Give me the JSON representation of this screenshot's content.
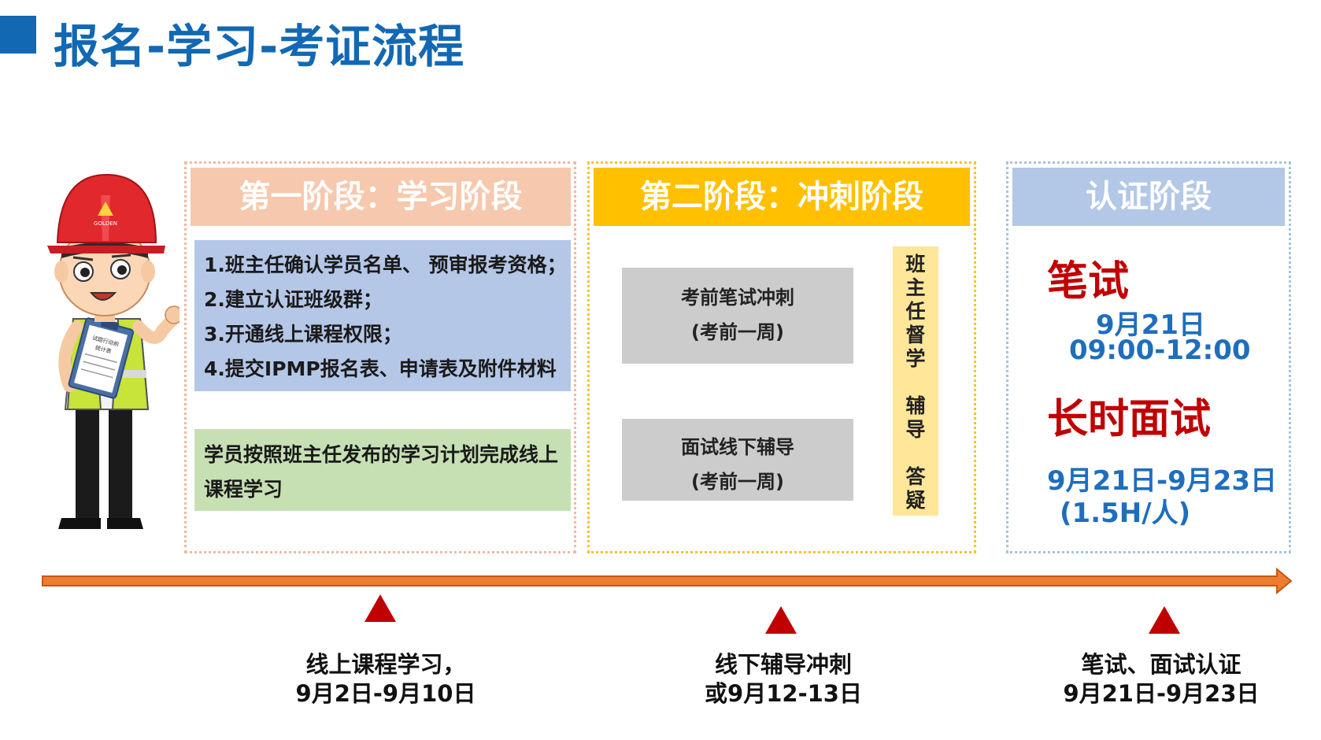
{
  "header": {
    "title": "报名-学习-考证流程"
  },
  "stage1": {
    "title": "第一阶段：学习阶段",
    "items": [
      "1.班主任确认学员名单、 预审报考资格；",
      "2.建立认证班级群；",
      "3.开通线上课程权限；",
      "4.提交IPMP报名表、申请表及附件材料"
    ],
    "study_note": "学员按照班主任发布的学习计划完成线上课程学习"
  },
  "stage2": {
    "title": "第二阶段：冲刺阶段",
    "box1": {
      "line1": "考前笔试冲刺",
      "line2": "(考前一周)"
    },
    "box2": {
      "line1": "面试线下辅导",
      "line2": "(考前一周)"
    },
    "vertical_text": {
      "part1": "班主任督学",
      "part2": "辅导",
      "part3": "答疑"
    }
  },
  "stage3": {
    "title": "认证阶段",
    "written_label": "笔试",
    "written_date": "9月21日",
    "written_time": "09:00-12:00",
    "interview_label": "长时面试",
    "interview_date": "9月21日-9月23日",
    "interview_duration": "(1.5H/人)"
  },
  "timeline": {
    "milestones": [
      {
        "line1": "线上课程学习，",
        "line2": "9月2日-9月10日"
      },
      {
        "line1": "线下辅导冲刺",
        "line2": "或9月12-13日"
      },
      {
        "line1": "笔试、面试认证",
        "line2": "9月21日-9月23日"
      }
    ]
  },
  "illustration": {
    "helmet_text": "GOLDEN",
    "clipboard_text": "试题行动前统计表"
  },
  "colors": {
    "title_blue": "#1268b3",
    "stage1_head": "#f6c8ae",
    "stage2_head": "#ffc000",
    "stage3_head": "#b3c7e6",
    "arrow": "#ed7d31",
    "marker": "#c00000"
  }
}
